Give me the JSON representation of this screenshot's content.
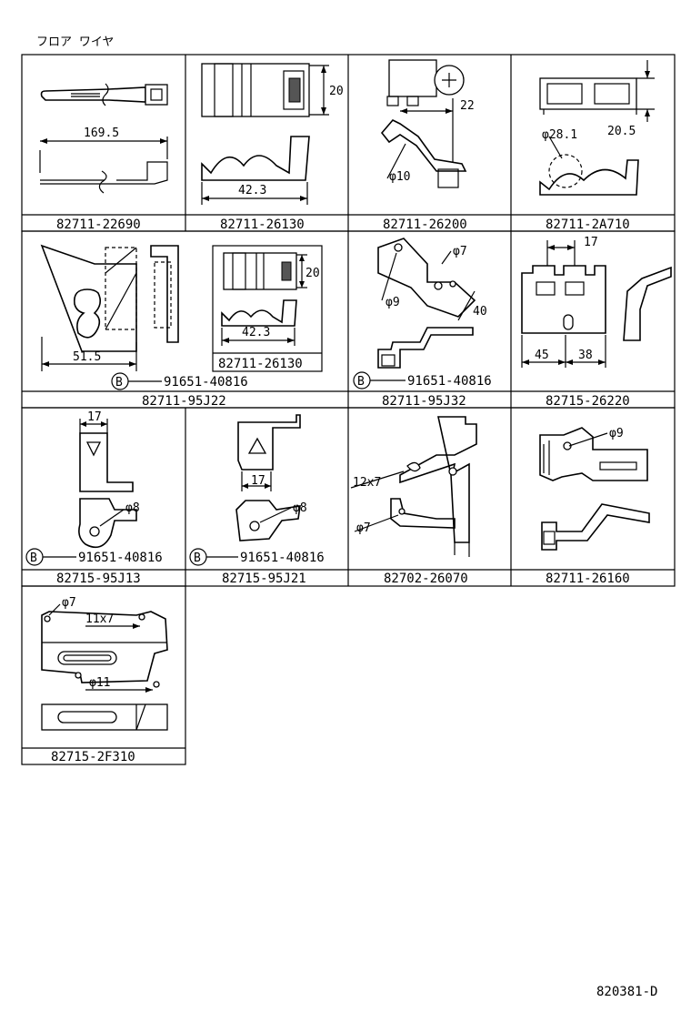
{
  "header": {
    "title": "フロア ワイヤ"
  },
  "footer": {
    "code": "820381-D"
  },
  "bolt_symbol": "B",
  "cells": [
    {
      "part": "82711-22690",
      "dims": [
        "169.5"
      ]
    },
    {
      "part": "82711-26130",
      "dims": [
        "20",
        "42.3"
      ]
    },
    {
      "part": "82711-26200",
      "dims": [
        "22",
        "φ10"
      ]
    },
    {
      "part": "82711-2A710",
      "dims": [
        "φ28.1",
        "20.5"
      ]
    },
    {
      "part": "82711-95J22",
      "dims": [
        "51.5"
      ],
      "bolt": "91651-40816"
    },
    {
      "part": "82711-26130",
      "dims": [
        "20",
        "42.3"
      ]
    },
    {
      "part": "82711-95J32",
      "dims": [
        "φ7",
        "φ9",
        "40"
      ],
      "bolt": "91651-40816"
    },
    {
      "part": "82715-26220",
      "dims": [
        "17",
        "45",
        "38"
      ]
    },
    {
      "part": "82715-95J13",
      "dims": [
        "17",
        "φ8"
      ],
      "bolt": "91651-40816"
    },
    {
      "part": "82715-95J21",
      "dims": [
        "17",
        "φ8"
      ],
      "bolt": "91651-40816"
    },
    {
      "part": "82702-26070",
      "dims": [
        "12x7",
        "φ7"
      ]
    },
    {
      "part": "82711-26160",
      "dims": [
        "φ9"
      ]
    },
    {
      "part": "82715-2F310",
      "dims": [
        "φ7",
        "11x7",
        "φ11"
      ]
    }
  ]
}
